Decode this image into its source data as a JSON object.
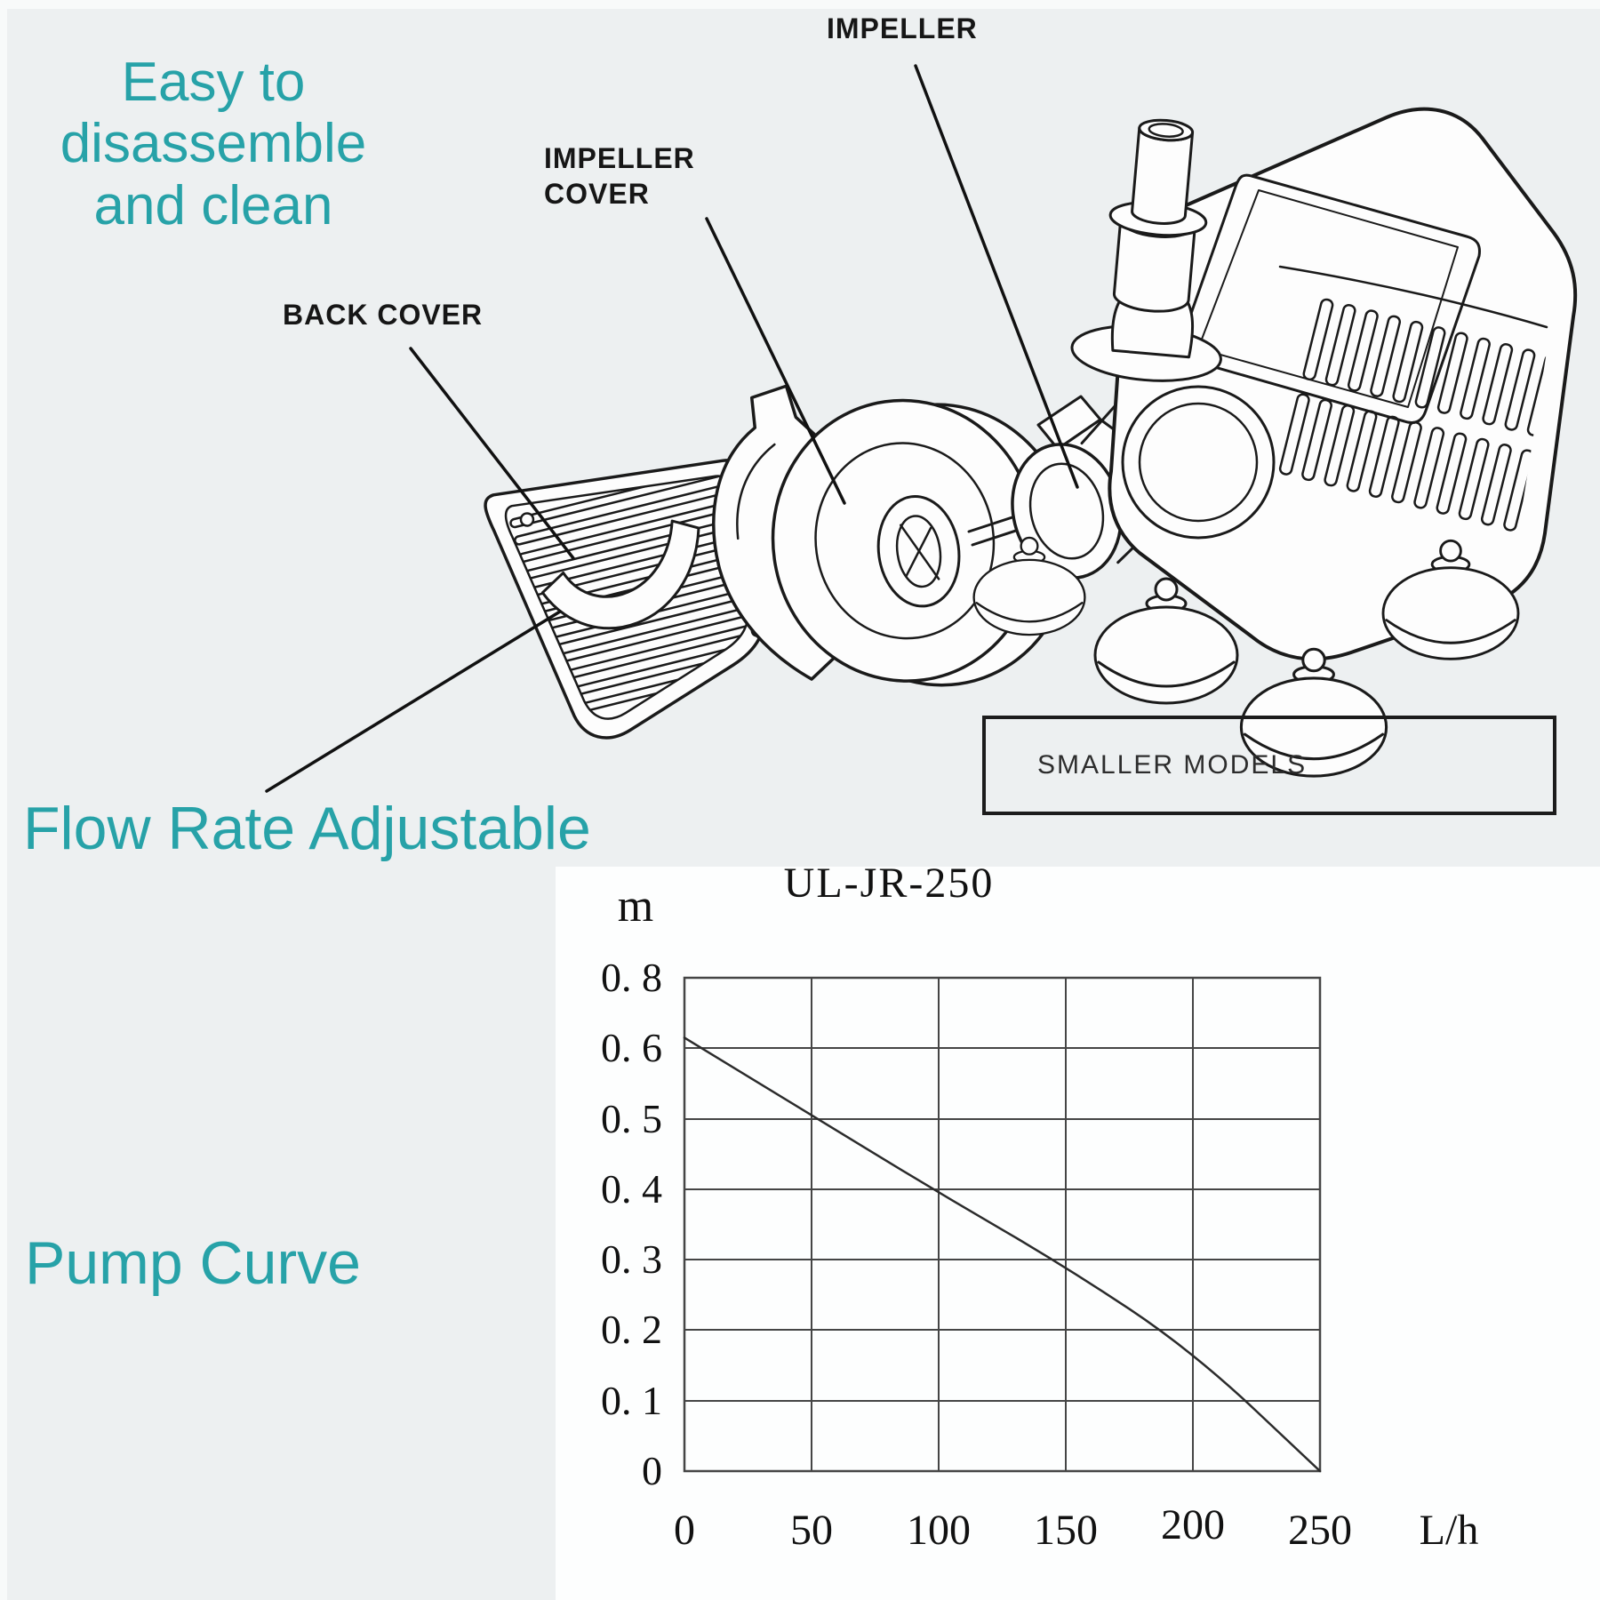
{
  "colors": {
    "background": "#edf0f1",
    "chart_panel": "#fdfefe",
    "teal_accent": "#27a2a8",
    "line_art_ink": "#1a1a1a",
    "grid_line": "#444444"
  },
  "captions": {
    "easy_lines": [
      "Easy to",
      "disassemble",
      "and clean"
    ],
    "flow_rate": "Flow Rate Adjustable",
    "pump_curve": "Pump Curve"
  },
  "part_labels": {
    "impeller": "IMPELLER",
    "impeller_cover_line1": "IMPELLER",
    "impeller_cover_line2": "COVER",
    "back_cover": "BACK COVER",
    "smaller_models": "SMALLER MODELS"
  },
  "chart_data": {
    "type": "line",
    "title": "UL-JR-250",
    "xlabel": "L/h",
    "ylabel": "m",
    "y_axis_unit": "m",
    "x_axis_unit": "L/h",
    "x_ticks": [
      0,
      50,
      100,
      150,
      200,
      250
    ],
    "x_tick_labels": [
      "0",
      "50",
      "100",
      "150",
      "200",
      "250"
    ],
    "y_ticks": [
      0.8,
      0.6,
      0.5,
      0.4,
      0.3,
      0.2,
      0.1,
      0
    ],
    "y_tick_labels": [
      "0. 8",
      "0. 6",
      "0. 5",
      "0. 4",
      "0. 3",
      "0. 2",
      "0. 1",
      "0"
    ],
    "grid": true,
    "legend_position": "none",
    "axis_note": "y axis tick labels are equally spaced (non-linear scale as printed)",
    "series": [
      {
        "name": "UL-JR-250 head vs flow",
        "points": [
          [
            0,
            0.63
          ],
          [
            50,
            0.505
          ],
          [
            100,
            0.395
          ],
          [
            150,
            0.29
          ],
          [
            200,
            0.17
          ],
          [
            250,
            0
          ]
        ]
      }
    ]
  }
}
